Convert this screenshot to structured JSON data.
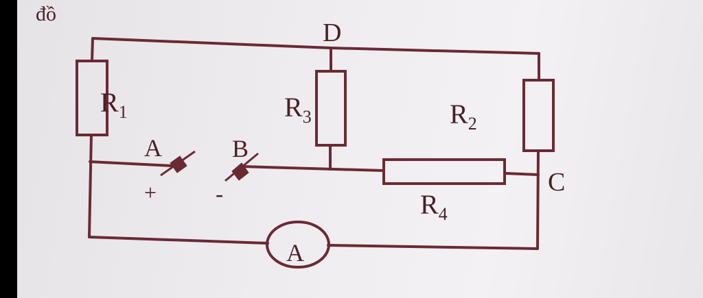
{
  "header_fragment": "đồ",
  "nodes": {
    "A": "A",
    "B": "B",
    "C": "C",
    "D": "D"
  },
  "resistors": {
    "r1": "R",
    "r1_sub": "1",
    "r2": "R",
    "r2_sub": "2",
    "r3": "R",
    "r3_sub": "3",
    "r4": "R",
    "r4_sub": "4"
  },
  "terminals": {
    "plus": "+",
    "minus": "-"
  },
  "ammeter": "A",
  "colors": {
    "ink": "#6b2a33",
    "paper": "#efedf0",
    "border": "#000000"
  }
}
